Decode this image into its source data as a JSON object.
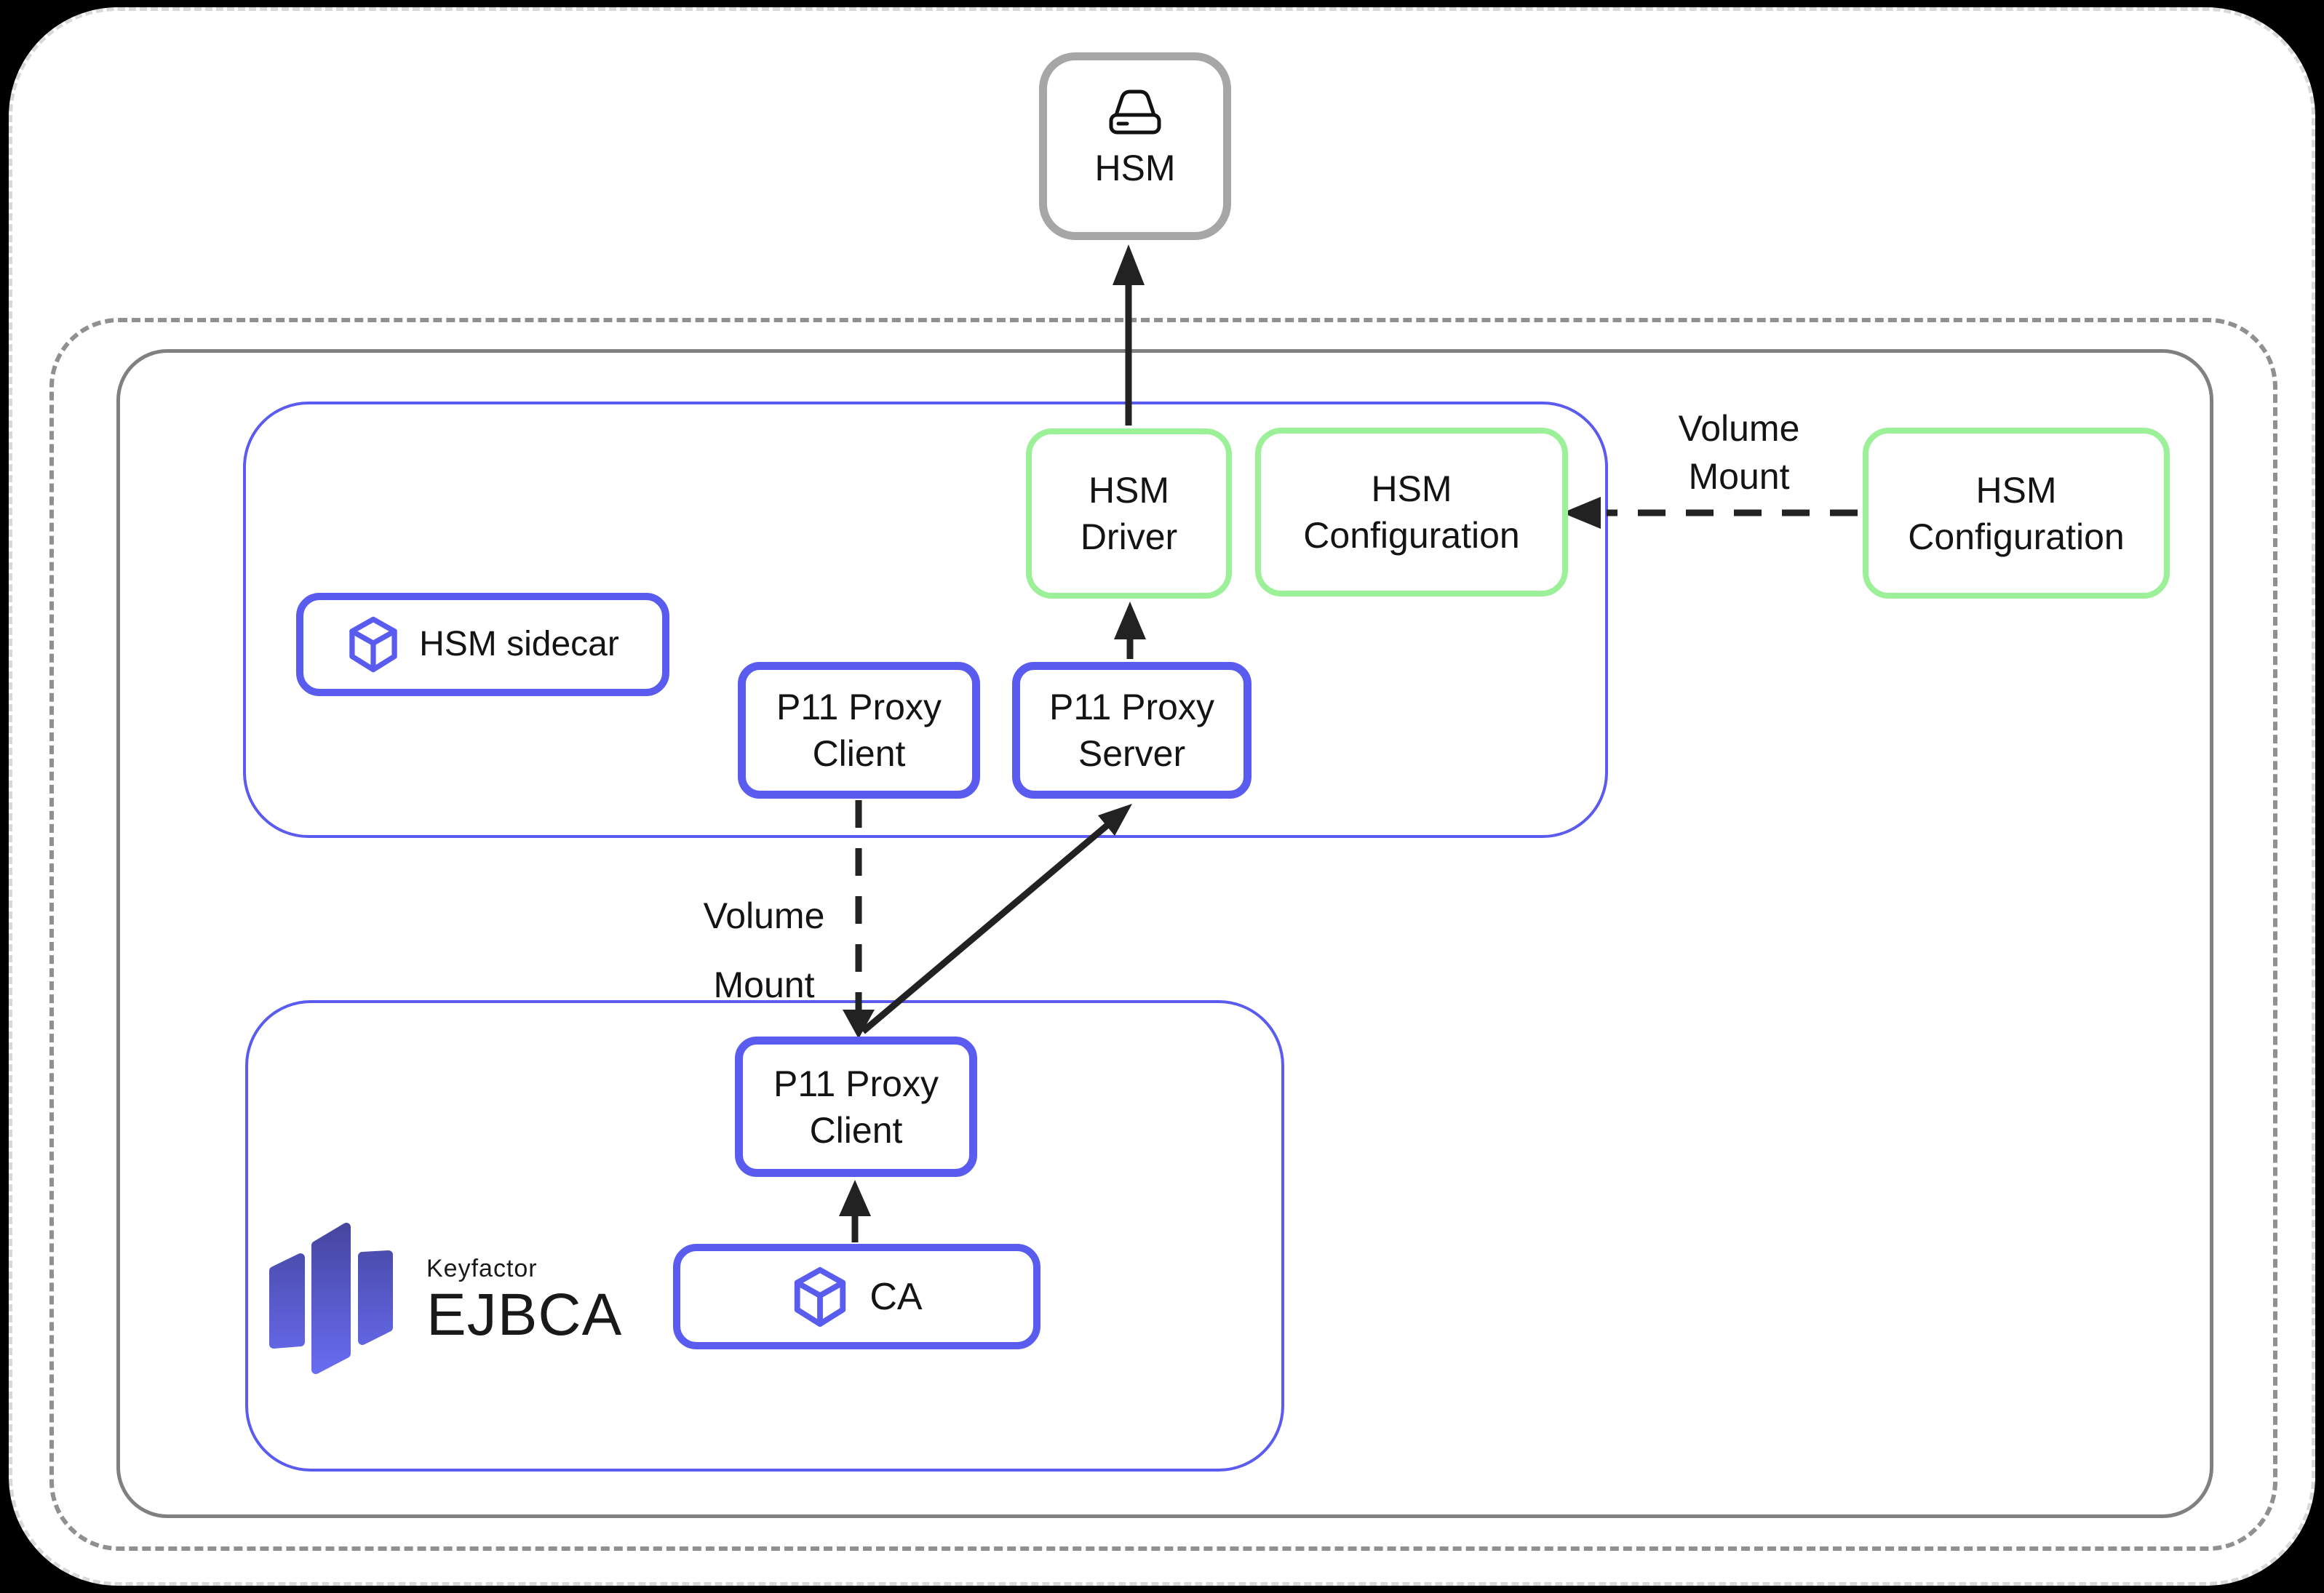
{
  "diagram": {
    "title_node": {
      "label": "HSM",
      "icon": "hard-drive-icon"
    },
    "pods": {
      "sidecar_badge": {
        "label": "HSM sidecar",
        "icon": "cube-icon"
      }
    },
    "nodes": {
      "hsm_driver": {
        "line1": "HSM",
        "line2": "Driver"
      },
      "hsm_config_inner": {
        "line1": "HSM",
        "line2": "Configuration"
      },
      "hsm_config_outer": {
        "line1": "HSM",
        "line2": "Configuration"
      },
      "p11_client_top": {
        "line1": "P11 Proxy",
        "line2": "Client"
      },
      "p11_server": {
        "line1": "P11 Proxy",
        "line2": "Server"
      },
      "p11_client_bottom": {
        "line1": "P11 Proxy",
        "line2": "Client"
      },
      "ca": {
        "label": "CA",
        "icon": "cube-icon"
      }
    },
    "edge_labels": {
      "volume_mount_right": {
        "line1": "Volume",
        "line2": "Mount"
      },
      "volume_mount_mid": {
        "line1": "Volume",
        "line2": "Mount"
      }
    },
    "logo": {
      "brand": "Keyfactor",
      "product": "EJBCA"
    },
    "colors": {
      "accent_blue": "#5a5cf0",
      "accent_green": "#9bf098",
      "gray_solid": "#808080",
      "gray_dashed": "#909090",
      "hsm_border": "#a6a6a6",
      "line": "#222222",
      "logo_gradient_top": "#45459e",
      "logo_gradient_bottom": "#6a6ef4"
    }
  }
}
